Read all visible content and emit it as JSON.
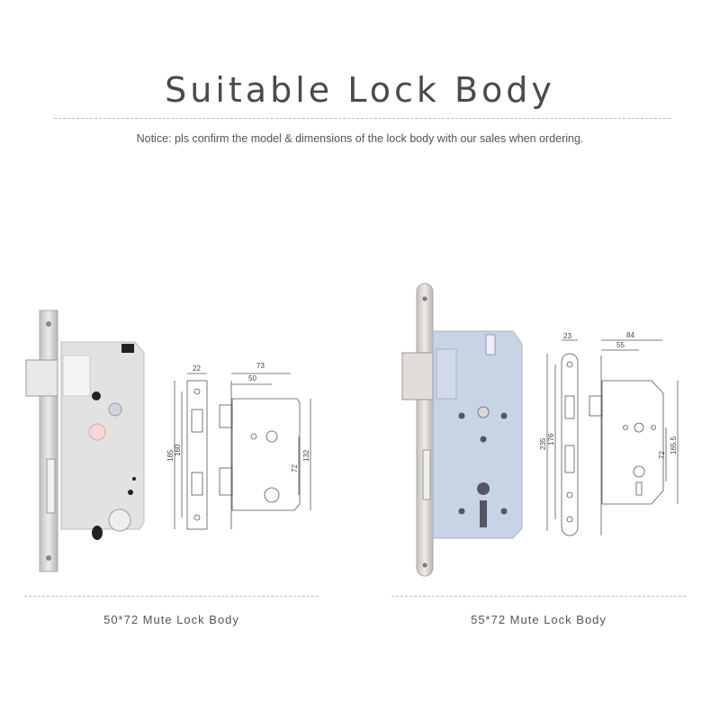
{
  "header": {
    "title": "Suitable Lock Body",
    "notice": "Notice: pls confirm the model & dimensions of the lock body with our sales when ordering."
  },
  "products": [
    {
      "caption": "50*72 Mute Lock Body",
      "dimensions": {
        "faceplate_width": "22",
        "overall_height": "185",
        "screw_spacing": "160",
        "depth": "73",
        "backset": "50",
        "center_distance": "72",
        "body_height": "132"
      }
    },
    {
      "caption": "55*72 Mute Lock Body",
      "dimensions": {
        "faceplate_width": "23",
        "overall_height": "235",
        "screw_spacing": "176",
        "depth": "84",
        "backset": "55",
        "center_distance": "72",
        "body_height": "165.5"
      }
    }
  ],
  "colors": {
    "title": "#4a4a4a",
    "plate_silver": "#d9d9d9",
    "body_blue": "#c8d3e6",
    "line": "#555555"
  }
}
